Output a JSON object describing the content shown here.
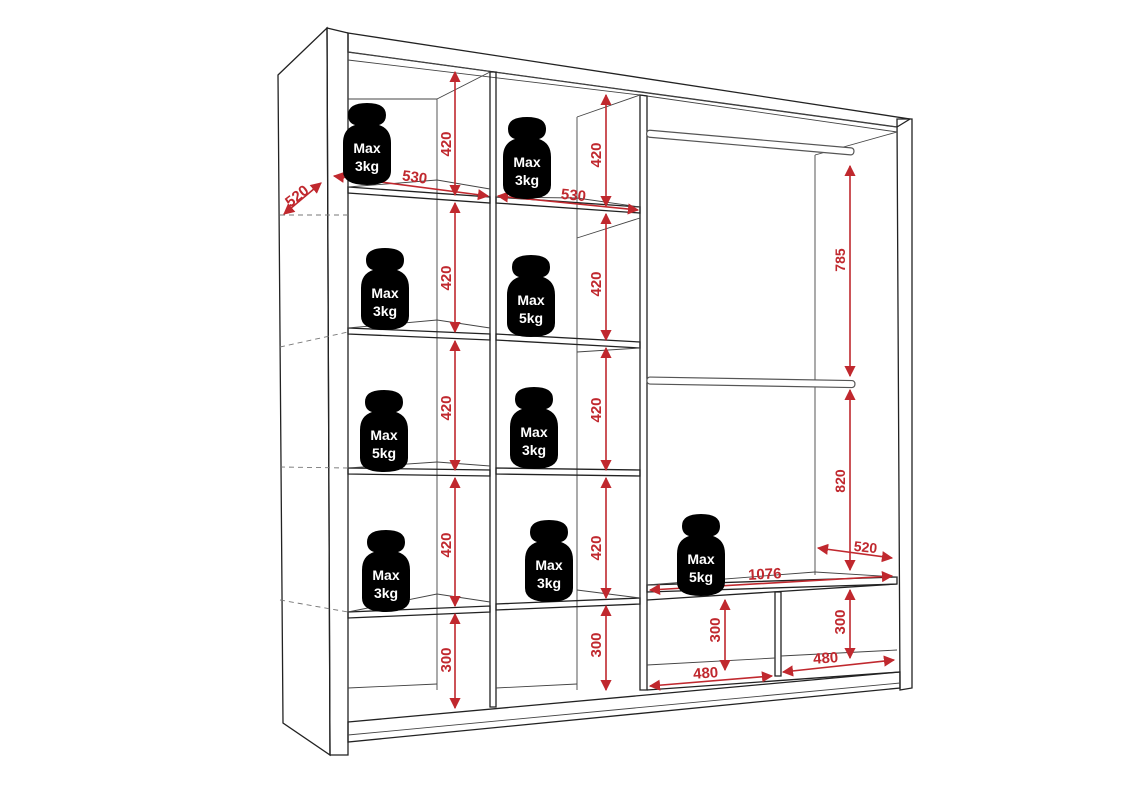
{
  "colors": {
    "dimension": "#c0282e",
    "outline": "#222222",
    "weight_fill": "#000000",
    "weight_text": "#ffffff"
  },
  "dimensions": {
    "depth_side": "520",
    "width_left": "530",
    "width_mid": "530",
    "h_l1": "420",
    "h_l2": "420",
    "h_l3": "420",
    "h_l4": "420",
    "h_l5": "300",
    "h_m1": "420",
    "h_m2": "420",
    "h_m3": "420",
    "h_m4": "420",
    "h_m5": "300",
    "rail_upper": "785",
    "rail_lower": "820",
    "depth_right": "520",
    "width_right": "1076",
    "drawer_h1": "300",
    "drawer_h2": "300",
    "drawer_w1": "480",
    "drawer_w2": "480"
  },
  "weights": [
    {
      "line1": "Max",
      "line2": "3kg"
    },
    {
      "line1": "Max",
      "line2": "3kg"
    },
    {
      "line1": "Max",
      "line2": "3kg"
    },
    {
      "line1": "Max",
      "line2": "5kg"
    },
    {
      "line1": "Max",
      "line2": "5kg"
    },
    {
      "line1": "Max",
      "line2": "3kg"
    },
    {
      "line1": "Max",
      "line2": "3kg"
    },
    {
      "line1": "Max",
      "line2": "3kg"
    },
    {
      "line1": "Max",
      "line2": "5kg"
    }
  ]
}
